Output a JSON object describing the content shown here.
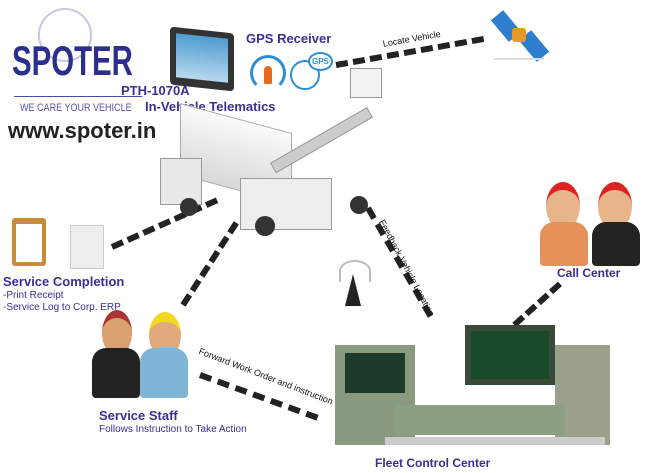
{
  "logo": {
    "brand": "SPOTER",
    "tagline": "WE CARE YOUR VEHICLE",
    "website": "www.spoter.in"
  },
  "device": {
    "model": "PTH-1070A",
    "title": "In-Vehicle Telematics"
  },
  "gps": {
    "title": "GPS Receiver",
    "badge": "GPS"
  },
  "links": {
    "locate": "Locate Vehicle",
    "feedback": "Feedback Vehicle Location",
    "forward": "Forward Work Order and instruction"
  },
  "service_completion": {
    "title": "Service Completion",
    "items": [
      "-Print Receipt",
      "-Service Log to Corp. ERP"
    ]
  },
  "service_staff": {
    "title": "Service Staff",
    "subtitle": "Follows Instruction to Take Action"
  },
  "call_center": {
    "title": "Call Center"
  },
  "fleet": {
    "title": "Fleet Control Center"
  },
  "colors": {
    "text": "#3b2f96",
    "line": "#222222"
  }
}
